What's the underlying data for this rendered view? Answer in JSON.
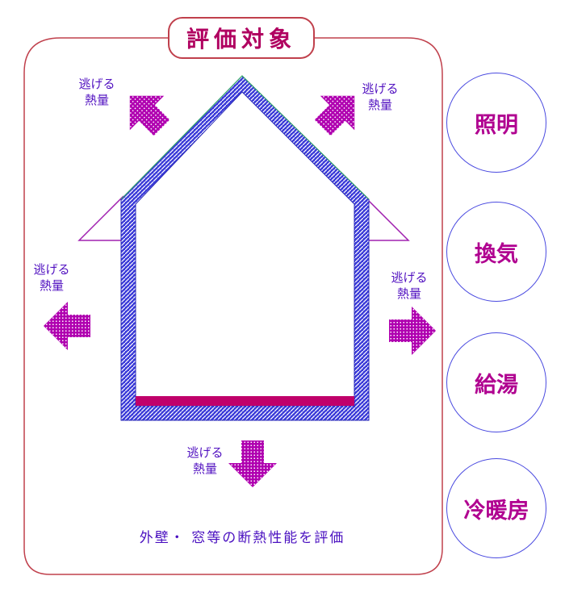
{
  "title": "評価対象",
  "heat_label": [
    "逃げる",
    "熱量"
  ],
  "caption": "外壁・ 窓等の断熱性能を評価",
  "items": [
    "照明",
    "換気",
    "給湯",
    "冷暖房"
  ],
  "colors": {
    "frame": "#c0404c",
    "arrow": "#b000b0",
    "insulation": "#3a3ad8",
    "floor": "#c0006a",
    "circle": "#4a4ae0",
    "text": "#5010c0"
  },
  "icons": [
    "heat-loss-arrow-icon"
  ]
}
